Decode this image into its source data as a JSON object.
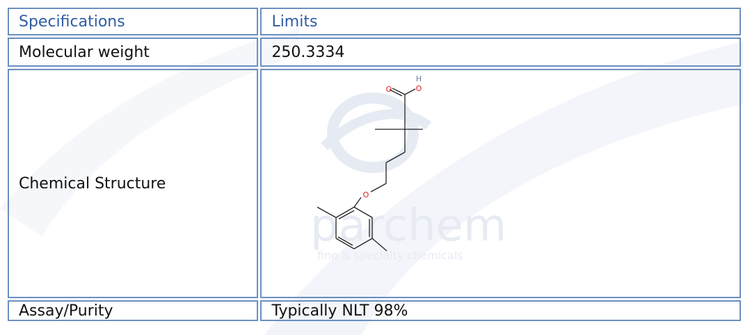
{
  "table": {
    "header": {
      "spec": "Specifications",
      "limits": "Limits"
    },
    "rows": [
      {
        "spec": "Molecular weight",
        "limit": "250.3334"
      },
      {
        "spec": "Chemical Structure",
        "limit": ""
      },
      {
        "spec": "Assay/Purity",
        "limit": "Typically NLT 98%"
      }
    ]
  },
  "structure": {
    "atoms": {
      "carbonyl_o": "O",
      "hydroxyl_o": "O",
      "hydroxyl_h": "H",
      "ether_o": "O"
    }
  },
  "watermark": {
    "brand": "parchem",
    "tagline": "fine & specialty chemicals"
  },
  "colors": {
    "border": "#6b8fc0",
    "header_text": "#2f5ca5",
    "oxygen": "#e02020",
    "hydrogen": "#6a7a99",
    "bond": "#222222",
    "watermark": "#e6ebf3"
  }
}
